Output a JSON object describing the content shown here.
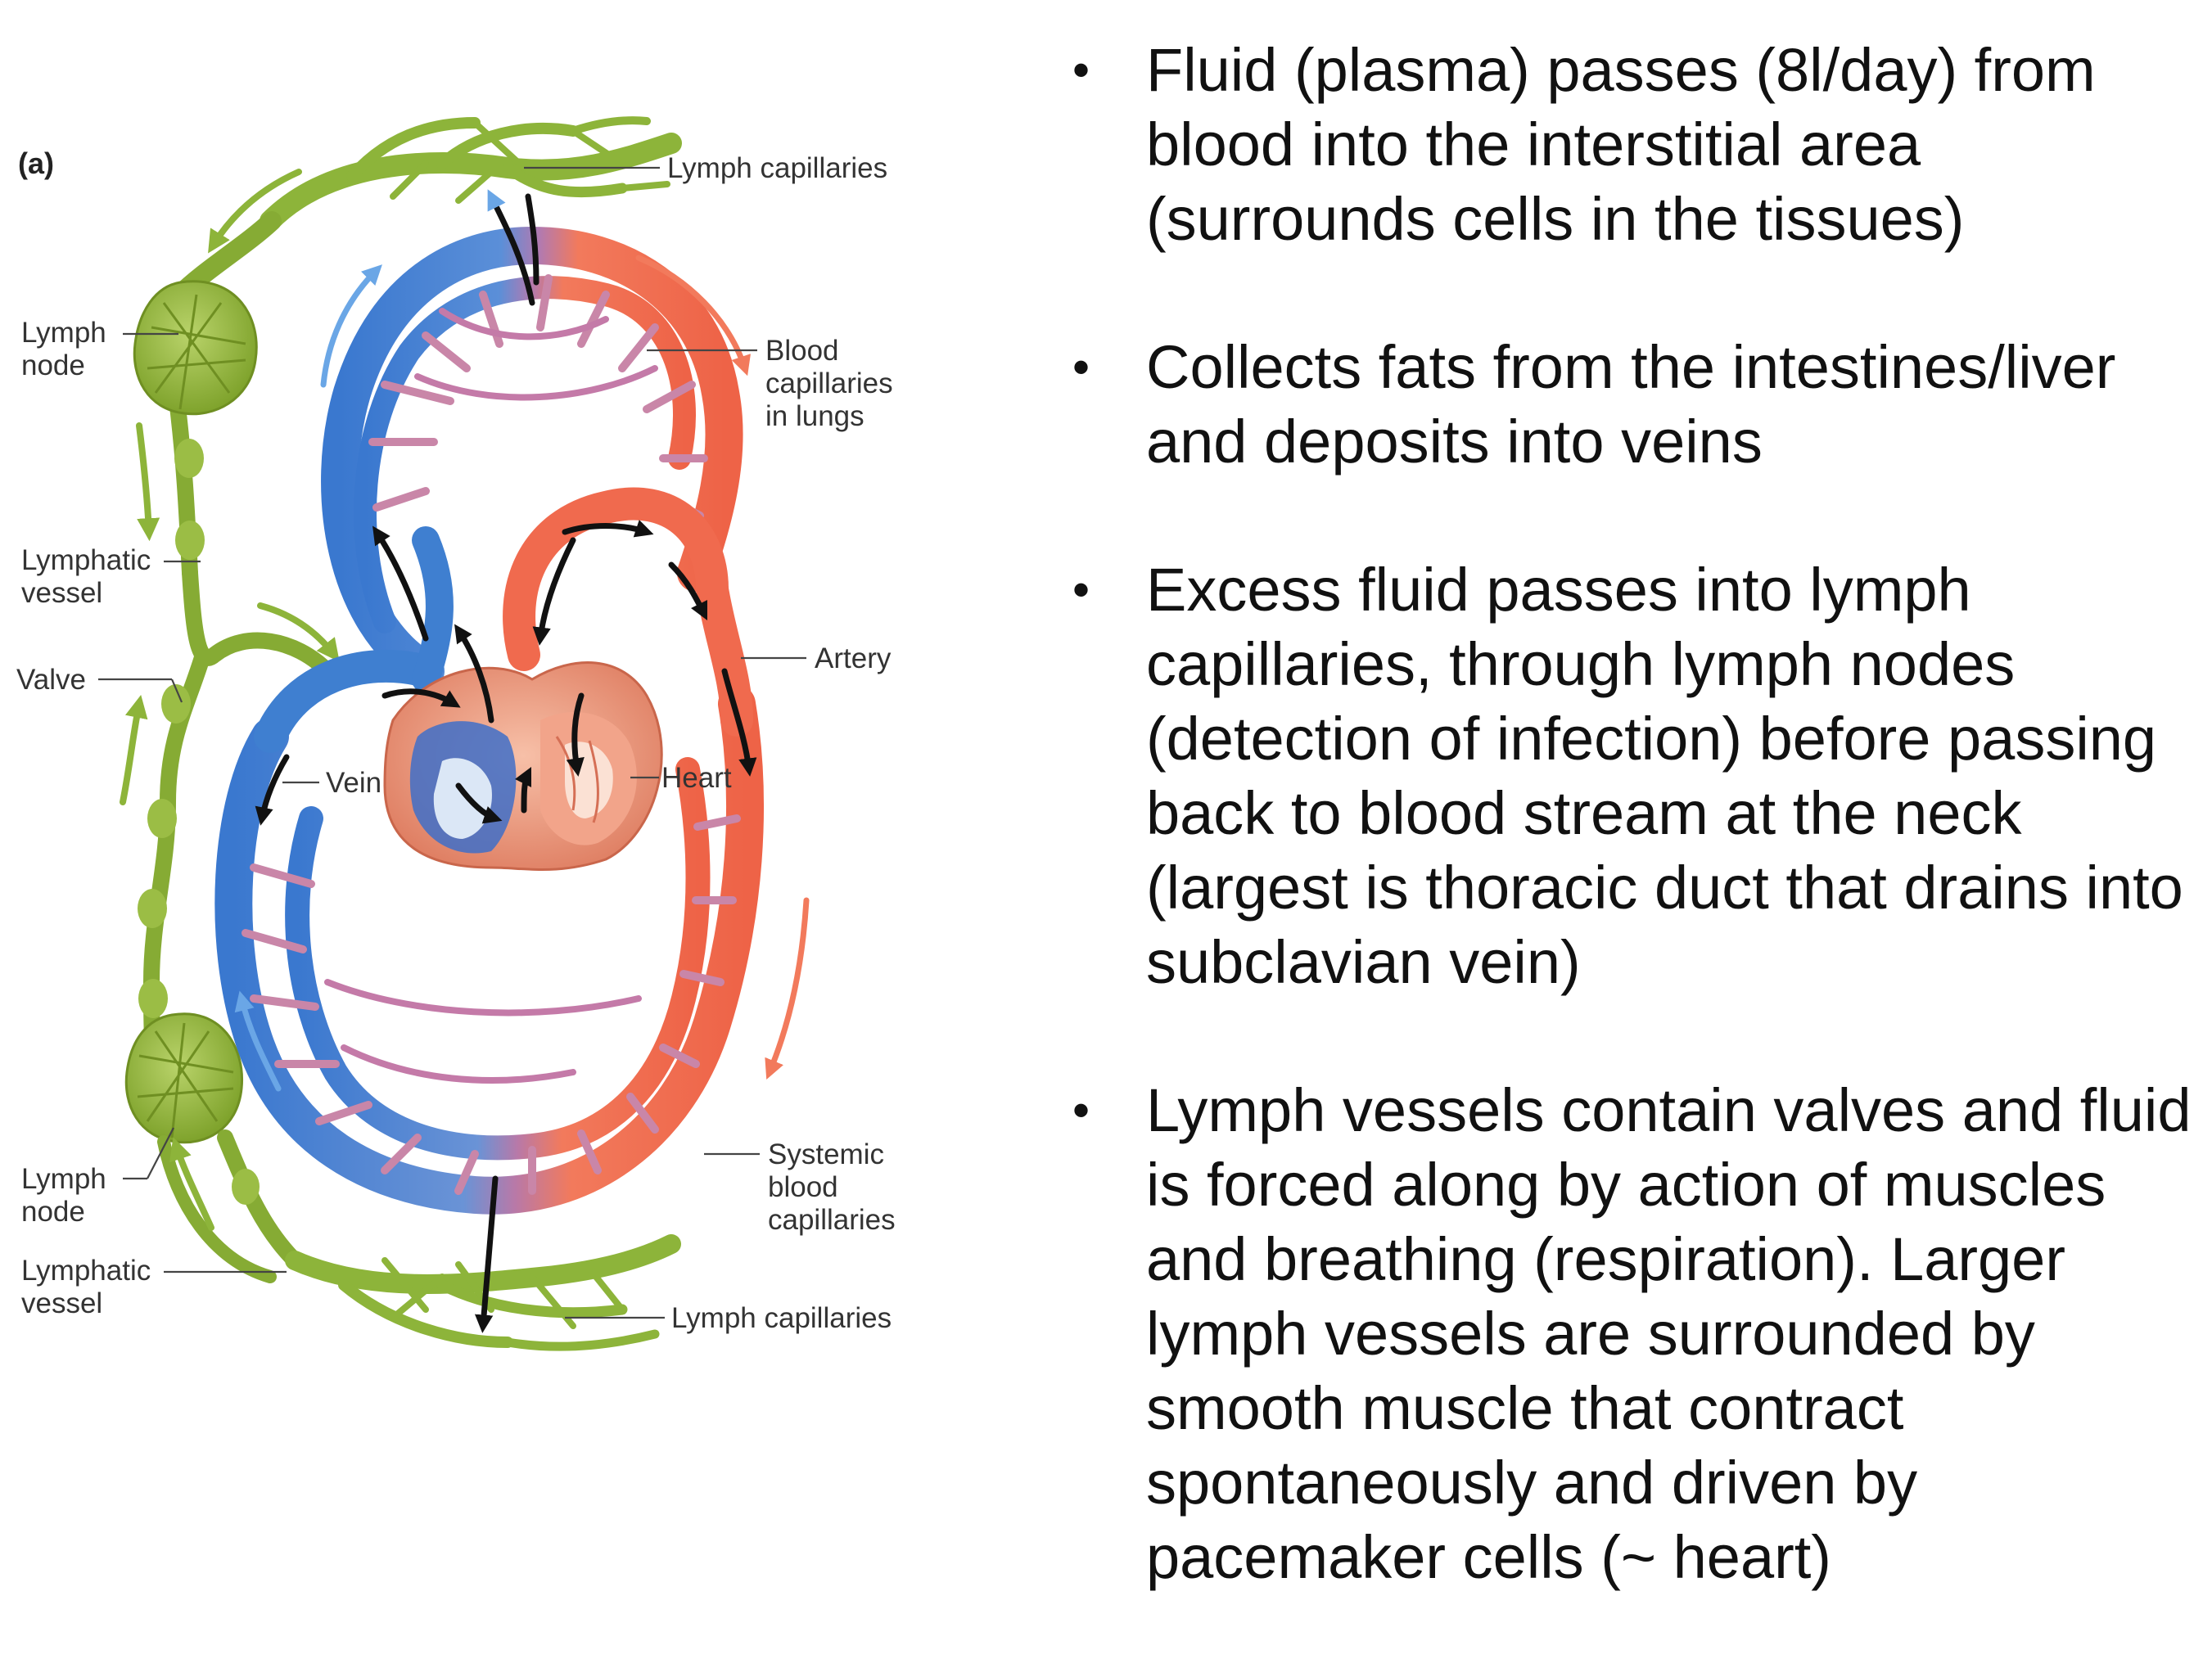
{
  "diagram": {
    "panel_label": "(a)",
    "labels": {
      "lymph_capillaries_top": "Lymph capillaries",
      "lymph_node_top": [
        "Lymph",
        "node"
      ],
      "blood_capillaries_lungs": [
        "Blood",
        "capillaries",
        "in lungs"
      ],
      "lymphatic_vessel_top": [
        "Lymphatic",
        "vessel"
      ],
      "valve": "Valve",
      "artery": "Artery",
      "vein": "Vein",
      "heart": "Heart",
      "systemic_blood_capillaries": [
        "Systemic",
        "blood",
        "capillaries"
      ],
      "lymph_node_bottom": [
        "Lymph",
        "node"
      ],
      "lymphatic_vessel_bottom": [
        "Lymphatic",
        "vessel"
      ],
      "lymph_capillaries_bottom": "Lymph capillaries"
    },
    "colors": {
      "lymph": "#8fb23a",
      "lymph_dark": "#6f8f22",
      "vein": "#3f7fd0",
      "artery": "#f06a4e",
      "capillary_mix": "#b879a8",
      "heart": "#e58d72"
    }
  },
  "bullets": [
    "Fluid (plasma) passes (8l/day) from blood into the interstitial area (surrounds cells in the tissues)",
    "Collects fats from the intestines/liver and deposits into veins",
    "Excess fluid passes into lymph capillaries, through lymph nodes (detection of infection) before passing back to blood stream at the neck (largest is thoracic duct that drains into subclavian vein)",
    "Lymph vessels contain valves and fluid is forced along by action of muscles and breathing (respiration). Larger lymph vessels are surrounded by smooth muscle that contract spontaneously and driven by pacemaker cells (~ heart)"
  ]
}
